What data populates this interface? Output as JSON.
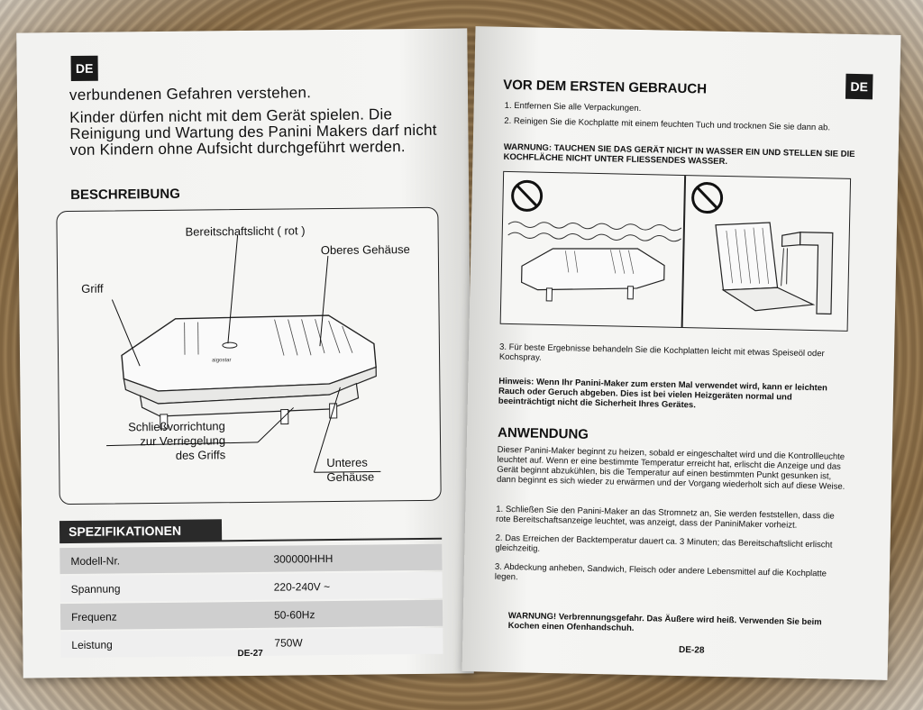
{
  "left_page": {
    "tab": "DE",
    "line1": "verbundenen Gefahren verstehen.",
    "paragraph": "Kinder dürfen nicht mit dem Gerät spielen. Die Reinigung und Wartung des Panini Makers darf nicht von Kindern ohne Aufsicht durchgeführt werden.",
    "heading": "BESCHREIBUNG",
    "diagram_labels": {
      "standby_light": "Bereitschaftslicht ( rot )",
      "upper_housing": "Oberes Gehäuse",
      "handle": "Griff",
      "lock_line1": "Schließvorrichtung",
      "lock_line2": "zur Verriegelung",
      "lock_line3": "des Griffs",
      "lower_line1": "Unteres",
      "lower_line2": "Gehäuse"
    },
    "spec_heading": "SPEZIFIKATIONEN",
    "specs": [
      {
        "key": "Modell-Nr.",
        "value": "300000HHH"
      },
      {
        "key": "Spannung",
        "value": "220-240V ~"
      },
      {
        "key": "Frequenz",
        "value": "50-60Hz"
      },
      {
        "key": "Leistung",
        "value": "750W"
      }
    ],
    "page_number": "DE-27"
  },
  "right_page": {
    "tab": "DE",
    "heading1": "VOR DEM ERSTEN GEBRAUCH",
    "item1": "1. Entfernen Sie alle Verpackungen.",
    "item2": "2. Reinigen Sie die Kochplatte mit einem feuchten Tuch und trocknen Sie sie dann ab.",
    "warning1": "WARNUNG: TAUCHEN SIE DAS GERÄT NICHT IN WASSER EIN UND STELLEN SIE DIE KOCHFLÄCHE NICHT UNTER FLIESSENDES WASSER.",
    "item3": "3. Für beste Ergebnisse behandeln Sie die Kochplatten leicht mit etwas Speiseöl oder Kochspray.",
    "hint": "Hinweis: Wenn Ihr Panini-Maker zum ersten Mal verwendet wird, kann er leichten Rauch oder Geruch abgeben. Dies ist bei vielen Heizgeräten normal und beeinträchtigt nicht die Sicherheit Ihres Gerätes.",
    "heading2": "ANWENDUNG",
    "intro": "Dieser Panini-Maker beginnt zu heizen, sobald er eingeschaltet wird und die Kontrollleuchte leuchtet auf. Wenn er eine bestimmte Temperatur erreicht hat, erlischt die Anzeige und das Gerät beginnt abzukühlen, bis die Temperatur auf einen bestimmten Punkt gesunken ist, dann beginnt es sich wieder zu erwärmen und der Vorgang wiederholt sich auf diese Weise.",
    "step1": "1. Schließen Sie den Panini-Maker an das Stromnetz an, Sie werden feststellen, dass die rote Bereitschaftsanzeige leuchtet, was anzeigt, dass der PaniniMaker vorheizt.",
    "step2": "2. Das Erreichen der Backtemperatur dauert ca. 3 Minuten; das Bereitschaftslicht erlischt gleichzeitig.",
    "step3": "3. Abdeckung anheben, Sandwich, Fleisch oder andere Lebensmittel auf die Kochplatte legen.",
    "warning2": "WARNUNG! Verbrennungsgefahr. Das Äußere wird heiß. Verwenden Sie beim Kochen einen Ofenhandschuh.",
    "page_number": "DE-28"
  },
  "colors": {
    "paper": "#f4f4f2",
    "ink": "#111111",
    "tab_bg": "#1a1a1a",
    "table_dark_row": "#cfcfcf",
    "table_light_row": "#efefef"
  }
}
